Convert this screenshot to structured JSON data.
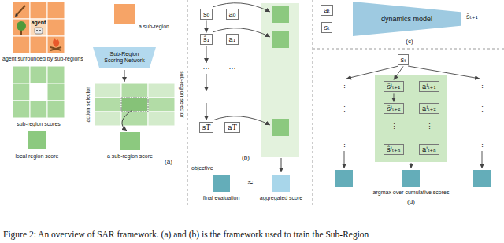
{
  "diagram": {
    "caption": "Figure 2: An overview of SAR framework. (a) and (b) is the framework used to train the Sub-Region",
    "nodes": [
      {
        "text": [
          "agent"
        ]
      },
      {
        "text": [
          "Sub-Region Scoring Network"
        ]
      },
      {
        "text": [
          "s₀"
        ]
      },
      {
        "text": [
          "a₀"
        ]
      },
      {
        "text": [
          "ŝ₁"
        ]
      },
      {
        "text": [
          "a₁"
        ]
      },
      {
        "text": [
          "sT"
        ]
      },
      {
        "text": [
          "aT"
        ]
      },
      {
        "text": [
          "aₜ"
        ]
      },
      {
        "text": [
          "sₜ"
        ]
      },
      {
        "text": [
          "dynamics model"
        ]
      },
      {
        "text": [
          "sₜ"
        ]
      },
      {
        "text": [
          "ŝⁱₜ₊₁"
        ]
      },
      {
        "text": [
          "aⁱₜ₊₁"
        ]
      },
      {
        "text": [
          "ŝⁱₜ₊₂"
        ]
      },
      {
        "text": [
          "aⁱₜ₊₂"
        ]
      },
      {
        "text": [
          "ŝⁱₜ₊ₕ"
        ]
      },
      {
        "text": [
          "aⁱₜ₊ₕ"
        ]
      }
    ],
    "edges": [
      {
        "from": 2,
        "to": 4,
        "arrow": "to"
      },
      {
        "from": 11,
        "to": 12,
        "arrow": "to"
      },
      {
        "from": 12,
        "to": 14,
        "arrow": "to"
      }
    ],
    "labels": [
      "agent surrounded by sub-regions",
      "sub-region scores",
      "local region score",
      "a sub-region",
      "action selector",
      "sub-region selector",
      "a sub-region score",
      "(a)",
      "···",
      "···",
      "···",
      "···",
      "(b)",
      "objective",
      "final evaluation",
      "≈",
      "aggregated score",
      "ŝₜ₊₁",
      "(c)",
      "⋮",
      "⋮",
      "⋮",
      "⋮",
      "⋮",
      "⋮",
      "⋮",
      "⋮",
      "argmax over cumulative scores",
      "(d)"
    ]
  }
}
